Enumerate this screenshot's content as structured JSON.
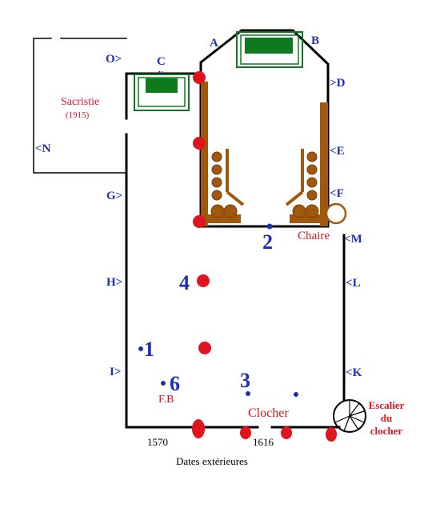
{
  "wall_letters": {
    "A": "A",
    "B": "B",
    "C": "C",
    "D": "D",
    "E": "E",
    "F": "F",
    "G": "G",
    "H": "H",
    "I": "I",
    "K": "K",
    "L": "L",
    "M": "M",
    "N": "N",
    "O": "O"
  },
  "numbers": {
    "n1": "1",
    "n2": "2",
    "n3": "3",
    "n4": "4",
    "n6": "6"
  },
  "labels": {
    "sacristie": "Sacristie",
    "sacristie_year": "(1915)",
    "chaire": "Chaire",
    "clocher": "Clocher",
    "fb": "F.B",
    "escalier_line1": "Escalier",
    "escalier_line2": "du",
    "escalier_line3": "clocher",
    "date_1570": "1570",
    "date_1616": "1616",
    "dates_exterieures": "Dates extérieures"
  },
  "colors": {
    "wall": "#000000",
    "letters": "#1f2fb5",
    "marker": "#e0141e",
    "wood": "#a0580f",
    "altar": "#0e7a1e"
  }
}
